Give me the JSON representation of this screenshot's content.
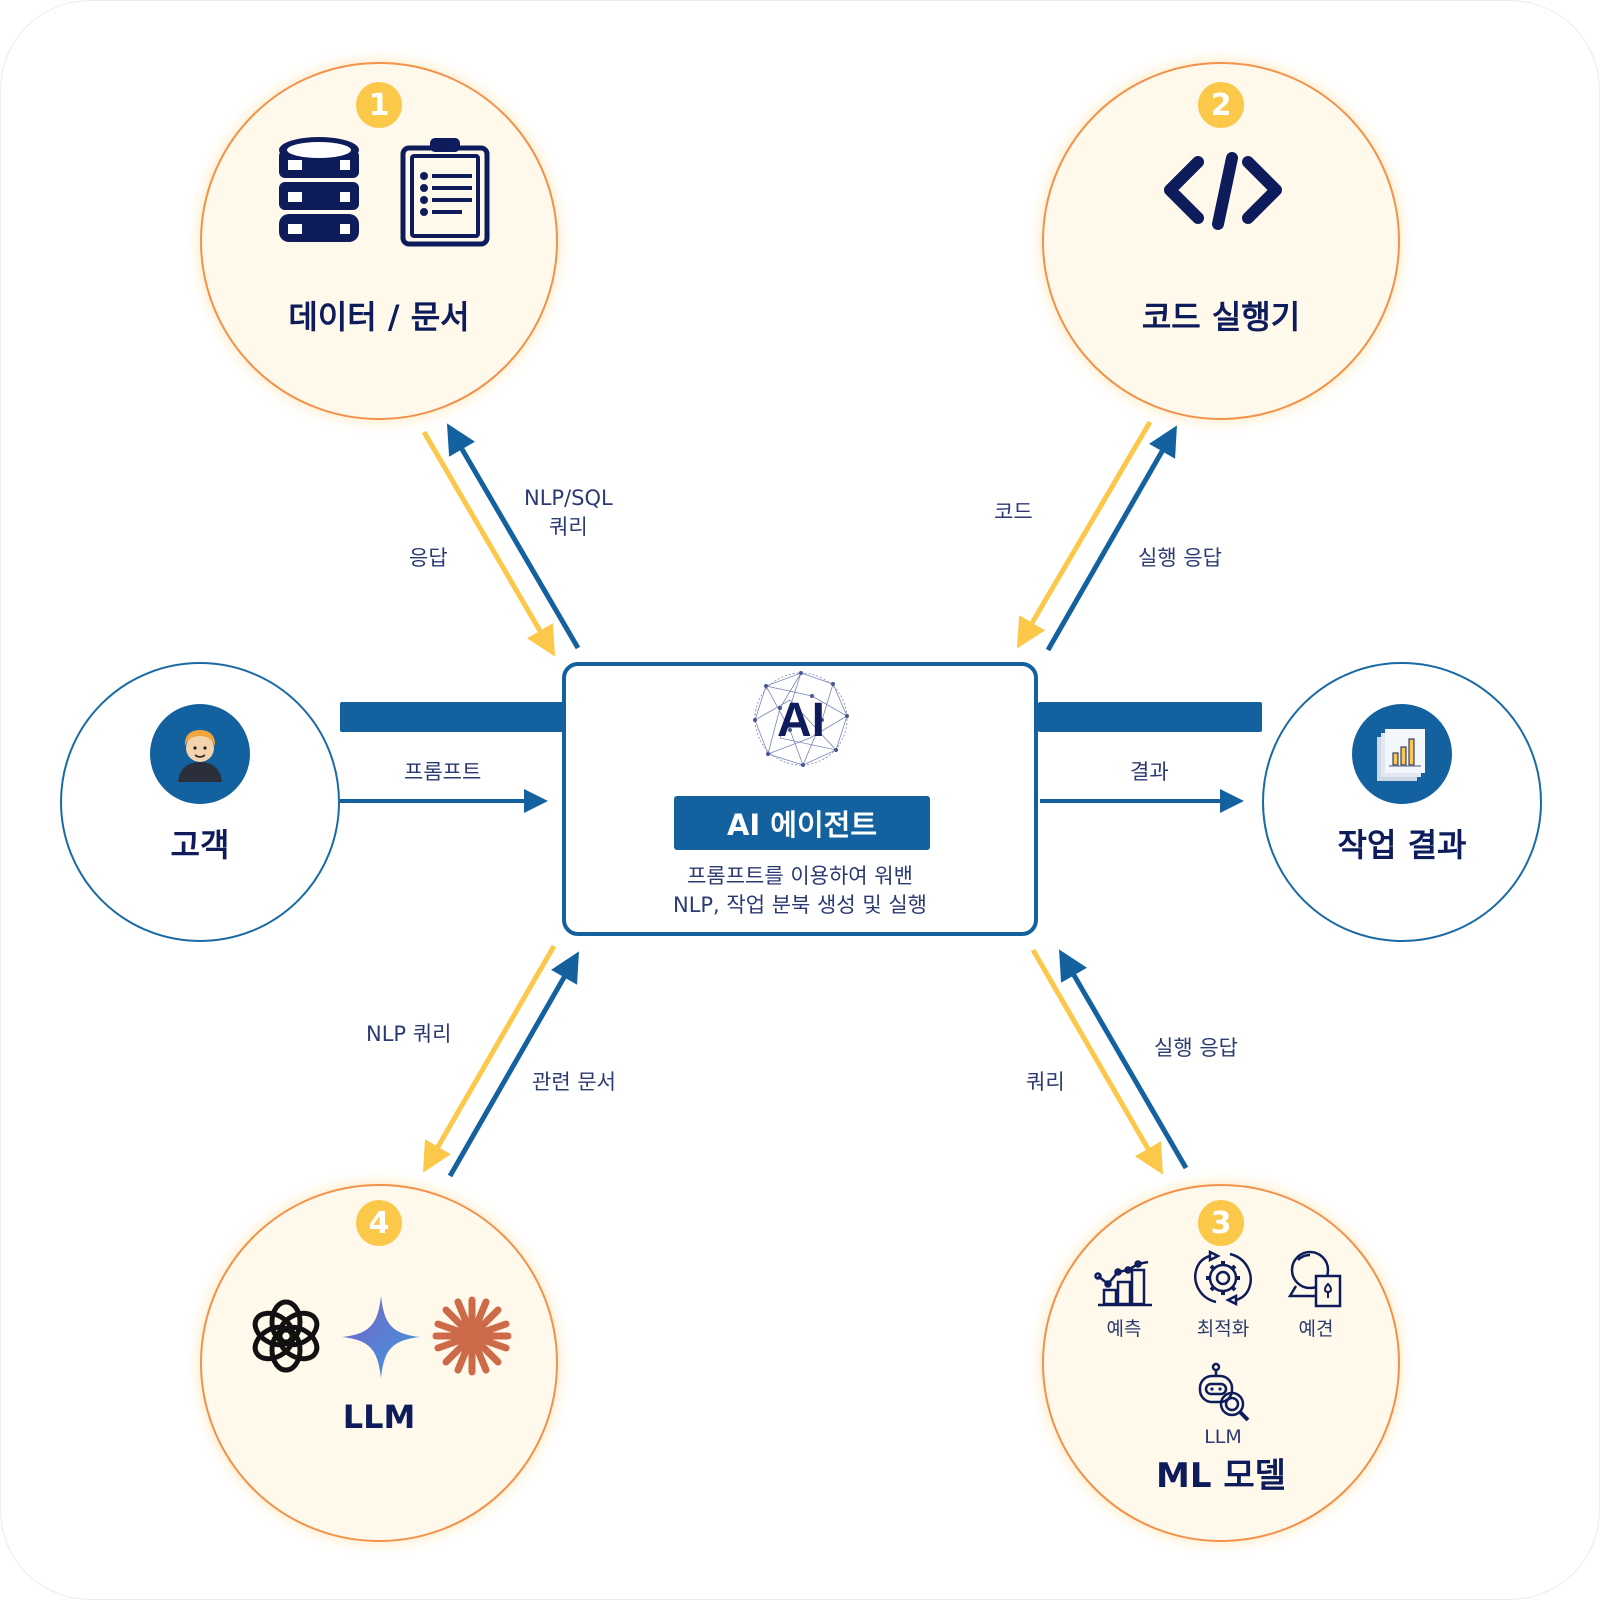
{
  "diagram": {
    "center": {
      "logo_text": "AI",
      "title": "AI 에이전트",
      "description_line1": "프롬프트를 이용하여 워밴",
      "description_line2": "NLP, 작업 분북 생성 및 실행"
    },
    "nodes": {
      "data_docs": {
        "badge": "1",
        "title": "데이터 / 문서",
        "icons": [
          "database-icon",
          "clipboard-icon"
        ]
      },
      "code_runner": {
        "badge": "2",
        "title": "코드 실행기",
        "icons": [
          "code-icon"
        ]
      },
      "ml_model": {
        "badge": "3",
        "title": "ML 모델",
        "items": [
          {
            "icon": "prediction-chart-icon",
            "label": "예측"
          },
          {
            "icon": "optimization-gear-icon",
            "label": "최적화"
          },
          {
            "icon": "forecast-crystal-ball-icon",
            "label": "예견"
          },
          {
            "icon": "llm-robot-search-icon",
            "label": "LLM"
          }
        ]
      },
      "llm": {
        "badge": "4",
        "title": "LLM",
        "icons": [
          "openai-logo-icon",
          "gemini-sparkle-icon",
          "claude-starburst-icon"
        ]
      },
      "customer": {
        "title": "고객",
        "icon": "user-avatar-icon"
      },
      "result": {
        "title": "작업 결과",
        "icon": "report-chart-icon"
      }
    },
    "edges": {
      "data_response": "응답",
      "data_query_line1": "NLP/SQL",
      "data_query_line2": "쿼리",
      "code_send": "코드",
      "code_response": "실행 응답",
      "llm_query": "NLP 쿼리",
      "llm_docs": "관련 문서",
      "ml_query": "쿼리",
      "ml_response": "실행 응답",
      "prompt": "프롬프트",
      "result": "결과"
    },
    "colors": {
      "navy": "#0f1c5c",
      "blue": "#13629f",
      "yellow": "#fbc84a",
      "orange_border": "#f2914a",
      "warm_fill": "#fef9ea"
    }
  }
}
